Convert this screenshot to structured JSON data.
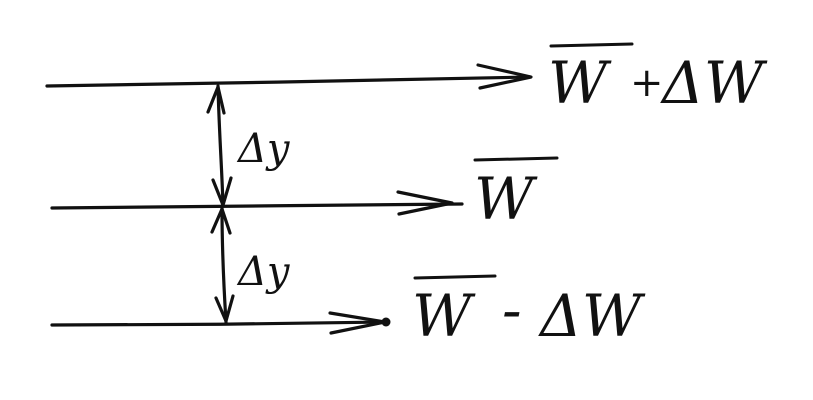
{
  "labels": {
    "top_w": "W",
    "top_op": "+",
    "top_delta": "ΔW",
    "mid_w": "W",
    "bot_w": "W",
    "bot_op": "-",
    "bot_delta": "ΔW",
    "gap_upper": "Δy",
    "gap_lower": "Δy"
  },
  "colors": {
    "ink": "#111111",
    "paper": "#ffffff"
  }
}
